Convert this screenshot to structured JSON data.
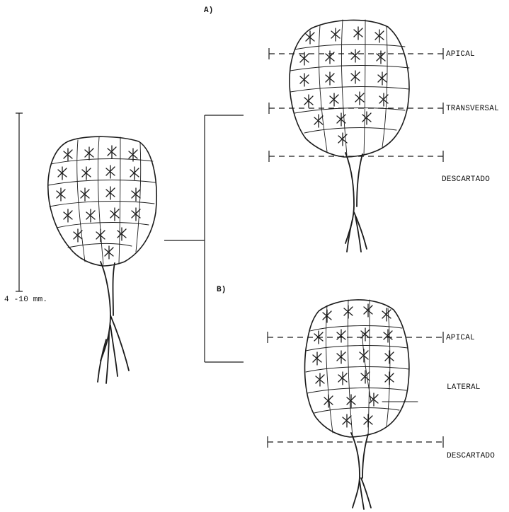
{
  "labels": {
    "section_a": "A)",
    "section_b": "B)",
    "scale": "4 -10 mm.",
    "a_apical": "APICAL",
    "a_transversal": "TRANSVERSAL",
    "a_descartado": "DESCARTADO",
    "b_apical": "APICAL",
    "b_lateral": "LATERAL",
    "b_descartado": "DESCARTADO"
  },
  "colors": {
    "ink": "#1b1b1b",
    "paper": "#ffffff"
  }
}
